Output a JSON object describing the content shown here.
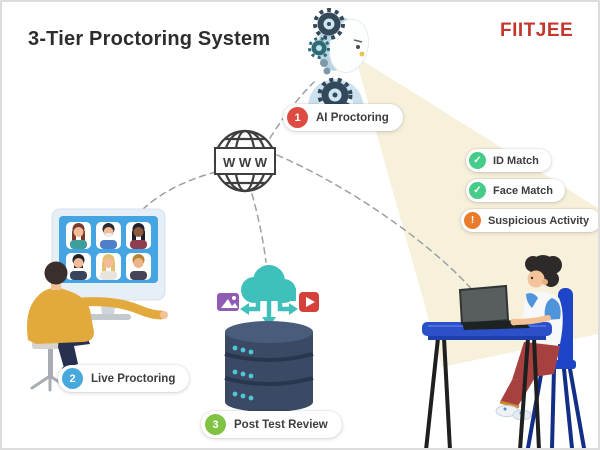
{
  "header": {
    "title": "3-Tier Proctoring System",
    "logo": "FIITJEE"
  },
  "globe": {
    "label": "W W W"
  },
  "tiers": [
    {
      "num": "1",
      "label": "AI Proctoring",
      "color": "#dd4b42"
    },
    {
      "num": "2",
      "label": "Live Proctoring",
      "color": "#47a8dc"
    },
    {
      "num": "3",
      "label": "Post Test Review",
      "color": "#7fc244"
    }
  ],
  "flags": [
    {
      "glyph": "✓",
      "label": "ID Match",
      "color": "#45cc88"
    },
    {
      "glyph": "✓",
      "label": "Face Match",
      "color": "#45cc88"
    },
    {
      "glyph": "!",
      "label": "Suspicious Activity",
      "color": "#ea7c2d"
    }
  ],
  "scene": {
    "video_participants": 6,
    "icons": [
      "robot-head",
      "www-globe",
      "video-wall-monitor",
      "upload-cloud",
      "image-file",
      "video-file",
      "database-stack",
      "student-at-laptop"
    ]
  },
  "colors": {
    "brand_red": "#c5372d",
    "title_text": "#2d2d2d",
    "beam": "#f5ecd2",
    "dashed_line": "#9aa0a3",
    "monitor_blue": "#45a4e2",
    "cloud_teal": "#3fc0ba",
    "db_navy": "#3a4a64",
    "desk_blue": "#2b50c8",
    "proctor_jacket": "#e2a93d"
  }
}
